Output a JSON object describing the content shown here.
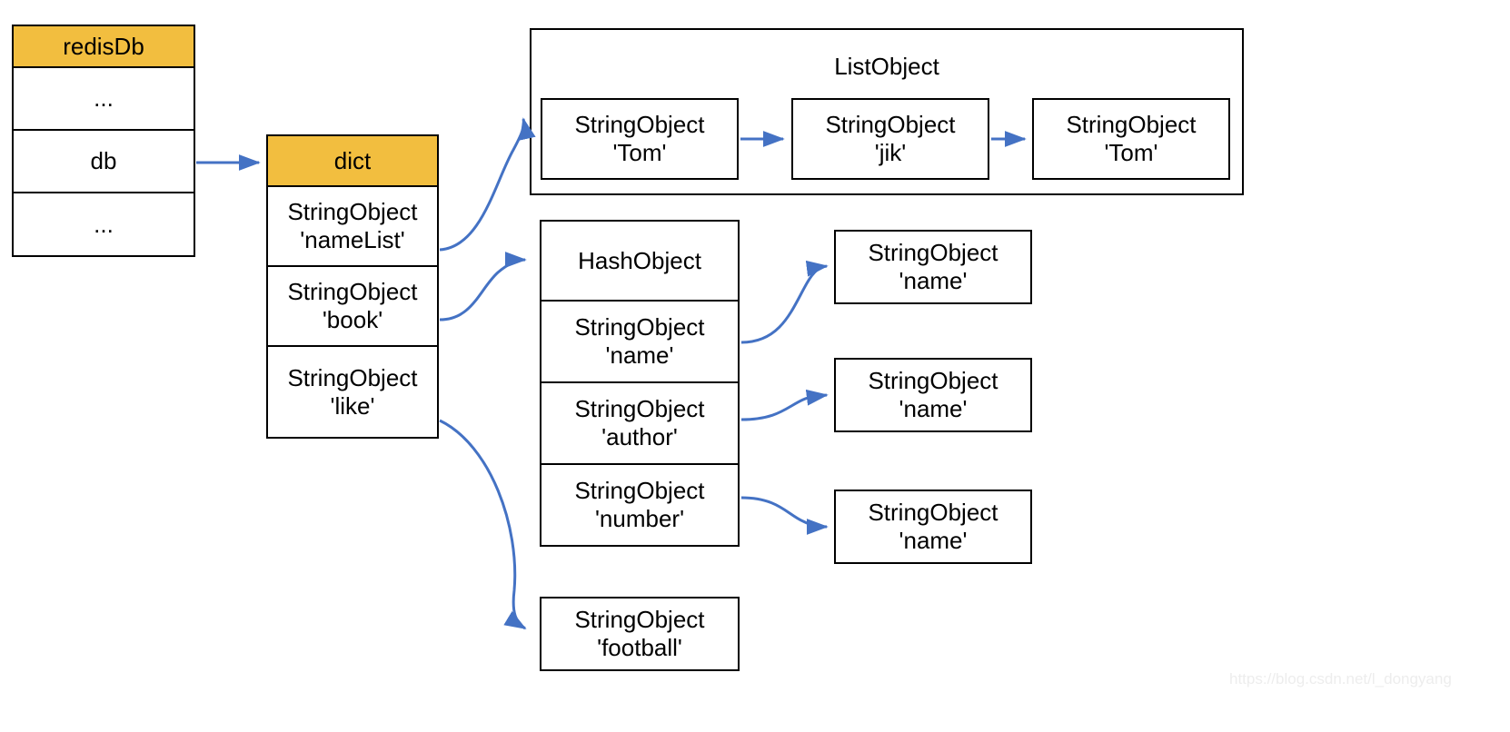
{
  "diagram": {
    "title": "redis db dict object reference diagram",
    "colors": {
      "accent": "#F2BE3F",
      "arrow": "#4472C4",
      "border": "#000000",
      "background": "#FFFFFF",
      "watermark": "#EDEDED"
    }
  },
  "redis_db": {
    "header": "redisDb",
    "rows": [
      {
        "label": "..."
      },
      {
        "label": "db"
      },
      {
        "label": "..."
      }
    ]
  },
  "dict": {
    "header": "dict",
    "entries": [
      {
        "type": "StringObject",
        "key": "'nameList'"
      },
      {
        "type": "StringObject",
        "key": "'book'"
      },
      {
        "type": "StringObject",
        "key": "'like'"
      }
    ]
  },
  "list_object": {
    "title": "ListObject",
    "nodes": [
      {
        "type": "StringObject",
        "value": "'Tom'"
      },
      {
        "type": "StringObject",
        "value": "'jik'"
      },
      {
        "type": "StringObject",
        "value": "'Tom'"
      }
    ]
  },
  "hash_object": {
    "header": "HashObject",
    "fields": [
      {
        "type": "StringObject",
        "key": "'name'"
      },
      {
        "type": "StringObject",
        "key": "'author'"
      },
      {
        "type": "StringObject",
        "key": "'number'"
      }
    ]
  },
  "hash_values": [
    {
      "type": "StringObject",
      "value": "'name'"
    },
    {
      "type": "StringObject",
      "value": "'name'"
    },
    {
      "type": "StringObject",
      "value": "'name'"
    }
  ],
  "like_value": {
    "type": "StringObject",
    "value": "'football'"
  },
  "watermark": {
    "text": "https://blog.csdn.net/l_dongyang"
  }
}
